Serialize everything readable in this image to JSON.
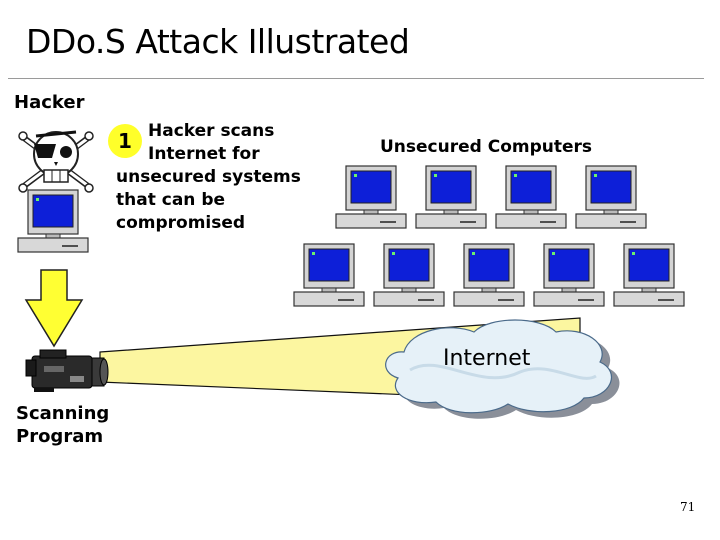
{
  "slide": {
    "title": "DDo.S Attack Illustrated",
    "page_number": "71"
  },
  "labels": {
    "hacker": "Hacker",
    "scanning_line1": "Scanning",
    "scanning_line2": "Program",
    "unsecured_computers": "Unsecured Computers",
    "internet": "Internet"
  },
  "step": {
    "number": "1",
    "line1": "Hacker scans",
    "line2": "Internet for",
    "line3": "unsecured systems",
    "line4": "that can be",
    "line5": "compromised"
  },
  "colors": {
    "beam_yellow": "#fcf6a0",
    "arrow_yellow": "#ffff33",
    "badge_yellow": "#ffff2a",
    "screen_blue": "#0d1fd8",
    "cloud_fill": "#e6f1f8"
  }
}
